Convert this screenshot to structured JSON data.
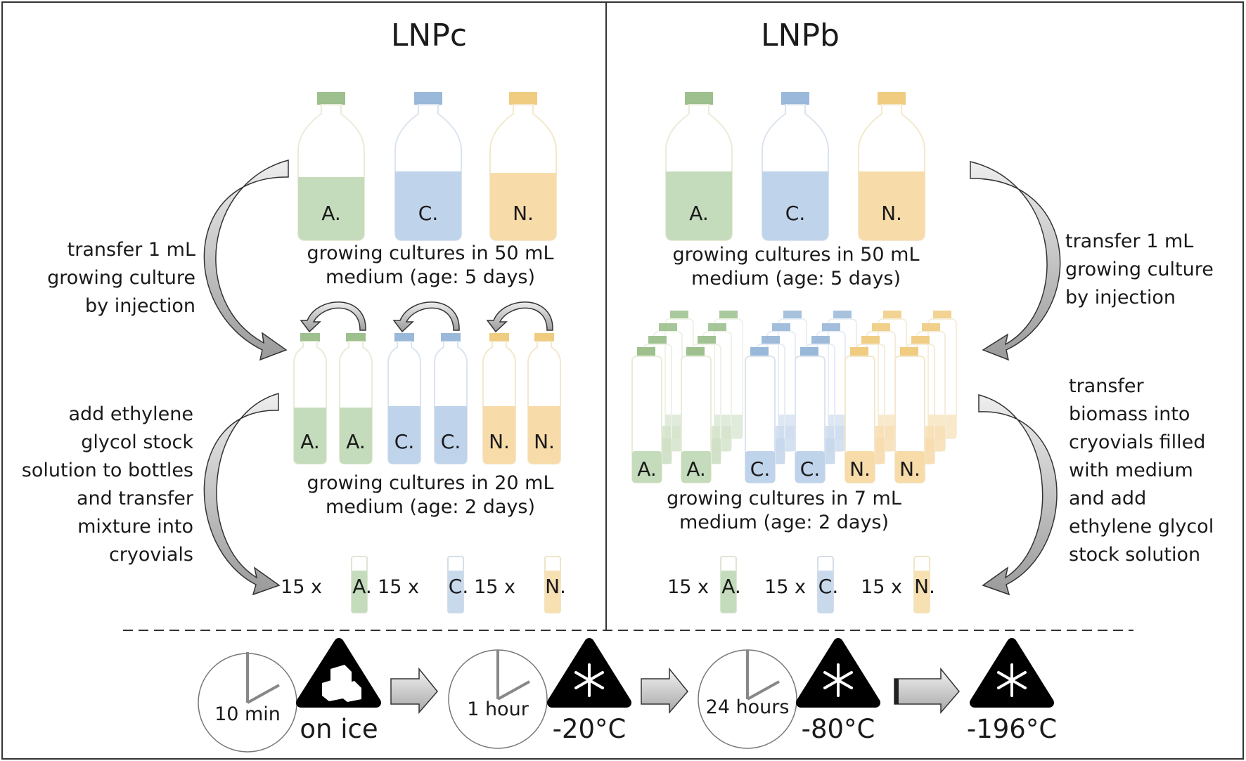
{
  "colors": {
    "green": "#9dc08e",
    "blue": "#9ab8d9",
    "yellow": "#f0cc80"
  },
  "panels": {
    "left_title": "LNPc",
    "right_title": "LNPb"
  },
  "bottle_labels": {
    "a": "A.",
    "c": "C.",
    "n": "N."
  },
  "left": {
    "caption_large_1": "growing cultures in 50 mL",
    "caption_large_2": "medium (age: 5 days)",
    "caption_small_1": "growing cultures in 20 mL",
    "caption_small_2": "medium (age: 2 days)",
    "step1": [
      "transfer 1 mL",
      "growing culture",
      "by injection"
    ],
    "step2": [
      "add ethylene",
      "glycol stock",
      "solution to bottles",
      "and transfer",
      "mixture into",
      "cryovials"
    ]
  },
  "right": {
    "caption_large_1": "growing cultures in 50 mL",
    "caption_large_2": "medium (age: 5 days)",
    "caption_small_1": "growing cultures in 7 mL",
    "caption_small_2": "medium (age: 2 days)",
    "step1": [
      "transfer 1 mL",
      "growing culture",
      "by injection"
    ],
    "step2": [
      "transfer",
      "biomass into",
      "cryovials filled",
      "with medium",
      "and add",
      "ethylene glycol",
      "stock solution"
    ]
  },
  "vial_count": "15 x",
  "timeline": {
    "clock1": "10 min",
    "stage1": "on ice",
    "clock2": "1 hour",
    "stage2": "-20°C",
    "clock3": "24 hours",
    "stage3": "-80°C",
    "stage4": "-196°C"
  }
}
